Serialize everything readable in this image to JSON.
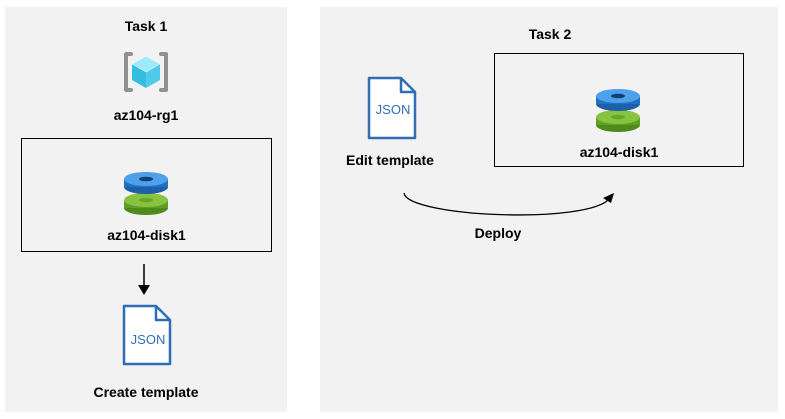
{
  "task1": {
    "title": "Task 1",
    "resource_group": {
      "name": "az104-rg1",
      "icon": "resource-group-icon"
    },
    "disk": {
      "name": "az104-disk1",
      "icon": "managed-disk-icon"
    },
    "template": {
      "label": "Create template",
      "icon_text": "JSON",
      "icon": "json-file-icon"
    }
  },
  "task2": {
    "title": "Task 2",
    "template": {
      "label": "Edit template",
      "icon_text": "JSON",
      "icon": "json-file-icon"
    },
    "disk": {
      "name": "az104-disk1",
      "icon": "managed-disk-icon"
    },
    "arrow_label": "Deploy"
  },
  "colors": {
    "panel": "#f2f2f2",
    "json_blue": "#2f6eb5",
    "disk_blue": "#3e8fdd",
    "disk_green": "#7ab52e",
    "cube_cyan": "#5ecfec"
  }
}
